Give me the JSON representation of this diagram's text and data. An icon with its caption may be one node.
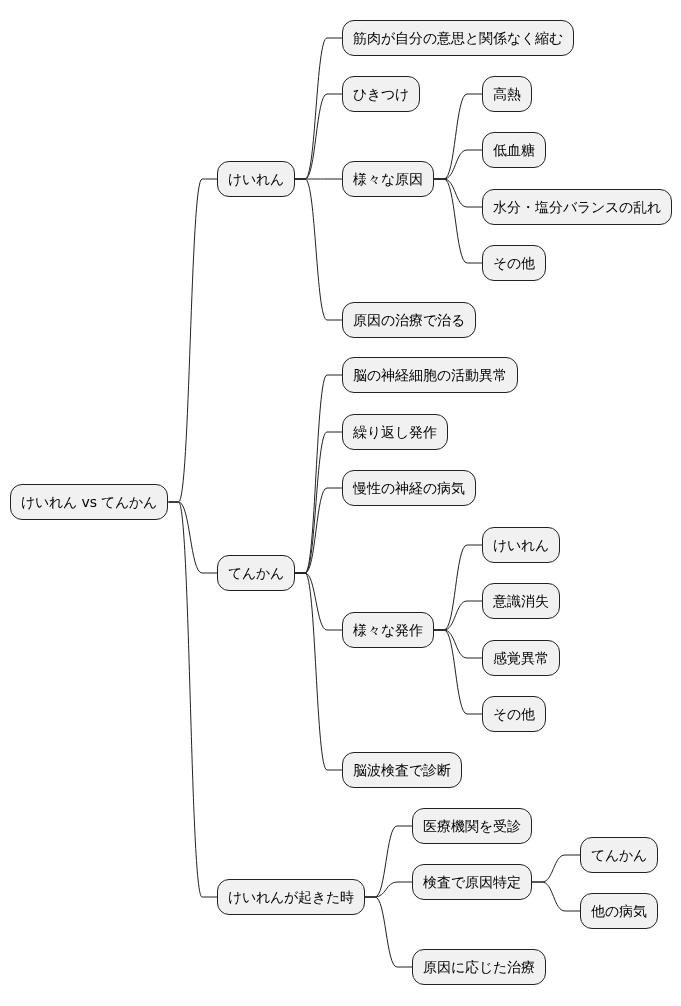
{
  "diagram": {
    "nodes": [
      {
        "text": [
          "けいれん vs てんかん"
        ]
      },
      {
        "text": [
          "けいれん"
        ]
      },
      {
        "text": [
          "筋肉が自分の意思と関係なく縮む"
        ]
      },
      {
        "text": [
          "ひきつけ"
        ]
      },
      {
        "text": [
          "様々な原因"
        ]
      },
      {
        "text": [
          "高熱"
        ]
      },
      {
        "text": [
          "低血糖"
        ]
      },
      {
        "text": [
          "水分・塩分バランスの乱れ"
        ]
      },
      {
        "text": [
          "その他"
        ]
      },
      {
        "text": [
          "原因の治療で治る"
        ]
      },
      {
        "text": [
          "てんかん"
        ]
      },
      {
        "text": [
          "脳の神経細胞の活動異常"
        ]
      },
      {
        "text": [
          "繰り返し発作"
        ]
      },
      {
        "text": [
          "慢性の神経の病気"
        ]
      },
      {
        "text": [
          "様々な発作"
        ]
      },
      {
        "text": [
          "けいれん"
        ]
      },
      {
        "text": [
          "意識消失"
        ]
      },
      {
        "text": [
          "感覚異常"
        ]
      },
      {
        "text": [
          "その他"
        ]
      },
      {
        "text": [
          "脳波検査で診断"
        ]
      },
      {
        "text": [
          "けいれんが起きた時"
        ]
      },
      {
        "text": [
          "医療機関を受診"
        ]
      },
      {
        "text": [
          "検査で原因特定"
        ]
      },
      {
        "text": [
          "てんかん"
        ]
      },
      {
        "text": [
          "他の病気"
        ]
      },
      {
        "text": [
          "原因に応じた治療"
        ]
      }
    ],
    "edges": [
      {
        "from": 0,
        "to": 1,
        "arrow": "none"
      },
      {
        "from": 1,
        "to": 2,
        "arrow": "none"
      },
      {
        "from": 1,
        "to": 3,
        "arrow": "none"
      },
      {
        "from": 1,
        "to": 4,
        "arrow": "none"
      },
      {
        "from": 4,
        "to": 5,
        "arrow": "none"
      },
      {
        "from": 4,
        "to": 6,
        "arrow": "none"
      },
      {
        "from": 4,
        "to": 7,
        "arrow": "none"
      },
      {
        "from": 4,
        "to": 8,
        "arrow": "none"
      },
      {
        "from": 1,
        "to": 9,
        "arrow": "none"
      },
      {
        "from": 0,
        "to": 10,
        "arrow": "none"
      },
      {
        "from": 10,
        "to": 11,
        "arrow": "none"
      },
      {
        "from": 10,
        "to": 12,
        "arrow": "none"
      },
      {
        "from": 10,
        "to": 13,
        "arrow": "none"
      },
      {
        "from": 10,
        "to": 14,
        "arrow": "none"
      },
      {
        "from": 14,
        "to": 15,
        "arrow": "none"
      },
      {
        "from": 14,
        "to": 16,
        "arrow": "none"
      },
      {
        "from": 14,
        "to": 17,
        "arrow": "none"
      },
      {
        "from": 14,
        "to": 18,
        "arrow": "none"
      },
      {
        "from": 10,
        "to": 19,
        "arrow": "none"
      },
      {
        "from": 0,
        "to": 20,
        "arrow": "none"
      },
      {
        "from": 20,
        "to": 21,
        "arrow": "none"
      },
      {
        "from": 20,
        "to": 22,
        "arrow": "none"
      },
      {
        "from": 22,
        "to": 23,
        "arrow": "none"
      },
      {
        "from": 22,
        "to": 24,
        "arrow": "none"
      },
      {
        "from": 20,
        "to": 25,
        "arrow": "none"
      }
    ]
  }
}
